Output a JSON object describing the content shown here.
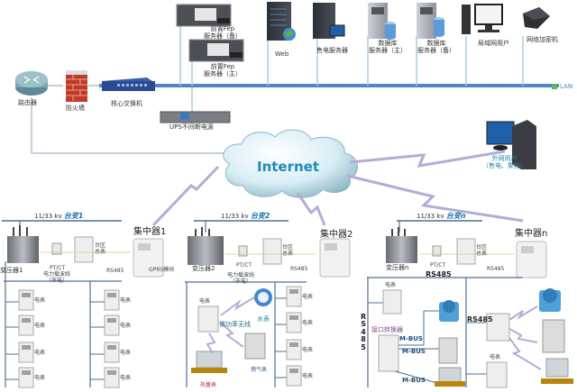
{
  "lan": {
    "label": "LAN",
    "color": "#4f86c6"
  },
  "core": {
    "router": "路由器",
    "firewall": "防火墙",
    "switch": "核心交换机",
    "ups": "UPS不间断电源",
    "fep_backup": [
      "前置Fep",
      "服务器（备）"
    ],
    "fep_main": [
      "前置Fep",
      "服务器（主）"
    ]
  },
  "servers": [
    {
      "name": "web",
      "label": [
        "Web"
      ]
    },
    {
      "name": "power-sales",
      "label": [
        "售电服务器"
      ]
    },
    {
      "name": "db-main",
      "label": [
        "数据库",
        "服务器（主）"
      ]
    },
    {
      "name": "db-backup",
      "label": [
        "数据库",
        "服务器（备）"
      ]
    },
    {
      "name": "lan-user",
      "label": [
        "局域网用户"
      ]
    },
    {
      "name": "encryptor",
      "label": [
        "网络加密机"
      ]
    }
  ],
  "internet": {
    "label": "Internet"
  },
  "external_user": {
    "label": [
      "外网用户",
      "（售电、集抄）"
    ]
  },
  "zones": [
    {
      "bus_label": "11/33  kv",
      "station": "台变1",
      "transformer": "变压器1",
      "ptct": "PT/CT",
      "area_meter": [
        "台区",
        "总表"
      ],
      "rs485": "RS485",
      "concentrator": "集中器1",
      "gprs": "GPRS模块",
      "plc": [
        "电力载波线",
        "（市电）"
      ],
      "meters_left": [
        "电表",
        "电表",
        "电表",
        "电表"
      ],
      "meters_right": [
        "电表",
        "电表",
        "电表",
        "电表"
      ]
    },
    {
      "bus_label": "11/33  kv",
      "station": "台变2",
      "transformer": "变压器2",
      "ptct": "PT/CT",
      "area_meter": [
        "台区",
        "总表"
      ],
      "rs485": "RS485",
      "concentrator": "集中器2",
      "plc": [
        "电力载波线",
        "（市电）"
      ],
      "elec_meter": "电表",
      "wireless": "微功率无线",
      "water_meter": "水表",
      "gas_meter": "燃气表",
      "heat_meter": "热量表",
      "meters_right": [
        "电表",
        "电表",
        "电表",
        "电表"
      ]
    },
    {
      "bus_label": "11/33  kv",
      "station": "台变n",
      "transformer": "变压器n",
      "ptct": "PT/CT",
      "area_meter": [
        "台区",
        "总表"
      ],
      "rs485": "RS485",
      "concentrator": "集中器n",
      "rs485_main": "RS485",
      "rs485_vertical": "RS485",
      "rs485_right": "RS485",
      "elec_meter": "电表",
      "converter": "接口转换器",
      "mbus": [
        "M-BUS",
        "M-BUS",
        "M-BUS"
      ],
      "elec_meter_right": "电表"
    }
  ]
}
